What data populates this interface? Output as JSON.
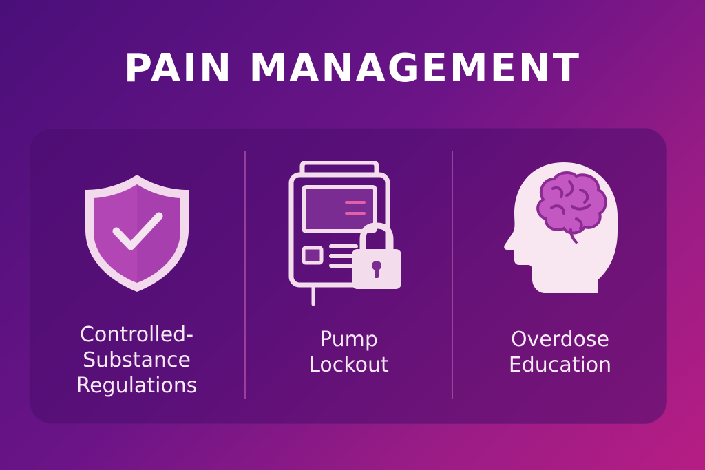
{
  "title": "PAIN MANAGEMENT",
  "colors": {
    "accent": "#c64fc1",
    "light": "#f8e6f1",
    "outline": "#f3dcec",
    "background_start": "#4a0f7a",
    "background_end": "#b61d84"
  },
  "items": [
    {
      "icon": "shield-check-icon",
      "label_lines": [
        "Controlled-",
        "Substance",
        "Regulations"
      ]
    },
    {
      "icon": "infusion-pump-lock-icon",
      "label_lines": [
        "Pump",
        "Lockout"
      ]
    },
    {
      "icon": "head-brain-icon",
      "label_lines": [
        "Overdose",
        "Education"
      ]
    }
  ]
}
